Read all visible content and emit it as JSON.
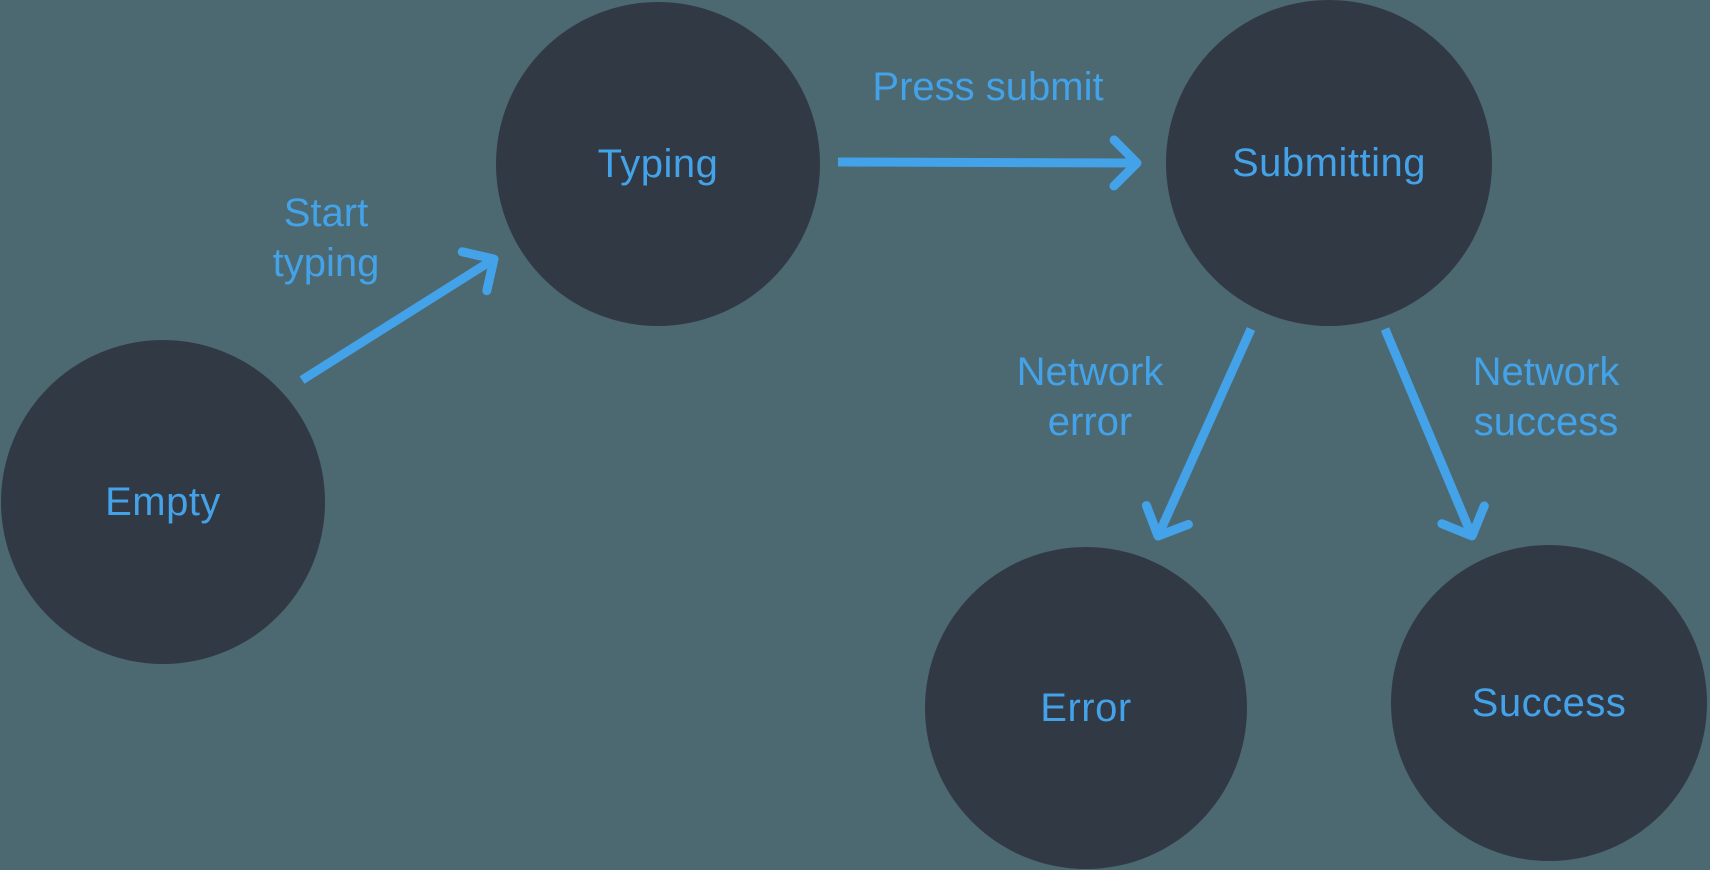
{
  "diagram": {
    "type": "state-machine",
    "nodes": [
      {
        "id": "empty",
        "label": "Empty"
      },
      {
        "id": "typing",
        "label": "Typing"
      },
      {
        "id": "submitting",
        "label": "Submitting"
      },
      {
        "id": "error",
        "label": "Error"
      },
      {
        "id": "success",
        "label": "Success"
      }
    ],
    "edges": [
      {
        "from": "empty",
        "to": "typing",
        "label": "Start typing"
      },
      {
        "from": "typing",
        "to": "submitting",
        "label": "Press submit"
      },
      {
        "from": "submitting",
        "to": "error",
        "label": "Network error"
      },
      {
        "from": "submitting",
        "to": "success",
        "label": "Network success"
      }
    ]
  },
  "colors": {
    "background": "#4c6871",
    "node_fill": "#313945",
    "accent": "#43a2e8"
  }
}
